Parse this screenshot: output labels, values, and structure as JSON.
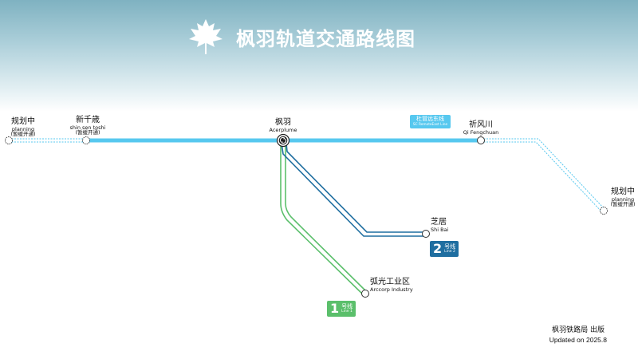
{
  "title": "枫羽轨道交通路线图",
  "icons": {
    "logo": "maple-leaf-icon",
    "transfer": "interchange-icon"
  },
  "colors": {
    "line_east": "#57c8ef",
    "line_1": "#5bbf6b",
    "line_2": "#1f6ea0",
    "planned": "#57c8ef"
  },
  "stations": {
    "planning_west": {
      "zh": "规划中",
      "en": "planning",
      "note": "(暂缓开通)"
    },
    "shin_sen_toshi": {
      "zh": "新千歳",
      "en": "shin sen toshi",
      "note": "(暂缓开通)"
    },
    "acerplume": {
      "zh": "枫羽",
      "en": "Acerplume"
    },
    "qi_fengchuan": {
      "zh": "祈风川",
      "en": "Qi Fengchuan"
    },
    "planning_east": {
      "zh": "规划中",
      "en": "planning",
      "note": "(暂缓开通)"
    },
    "shi_bai": {
      "zh": "芝居",
      "en": "Shi Bai"
    },
    "arccorp": {
      "zh": "弧光工业区",
      "en": "Arccorp Industry"
    }
  },
  "lines": {
    "east_tag": {
      "zh": "杜冒远东线",
      "en": "SC RemoteEast Line"
    },
    "line1": {
      "num": "1",
      "zh": "号线",
      "en": "Line 1"
    },
    "line2": {
      "num": "2",
      "zh": "号线",
      "en": "Line 2"
    }
  },
  "footer": {
    "publisher": "枫羽铁路局 出版",
    "updated": "Updated on 2025.8"
  }
}
